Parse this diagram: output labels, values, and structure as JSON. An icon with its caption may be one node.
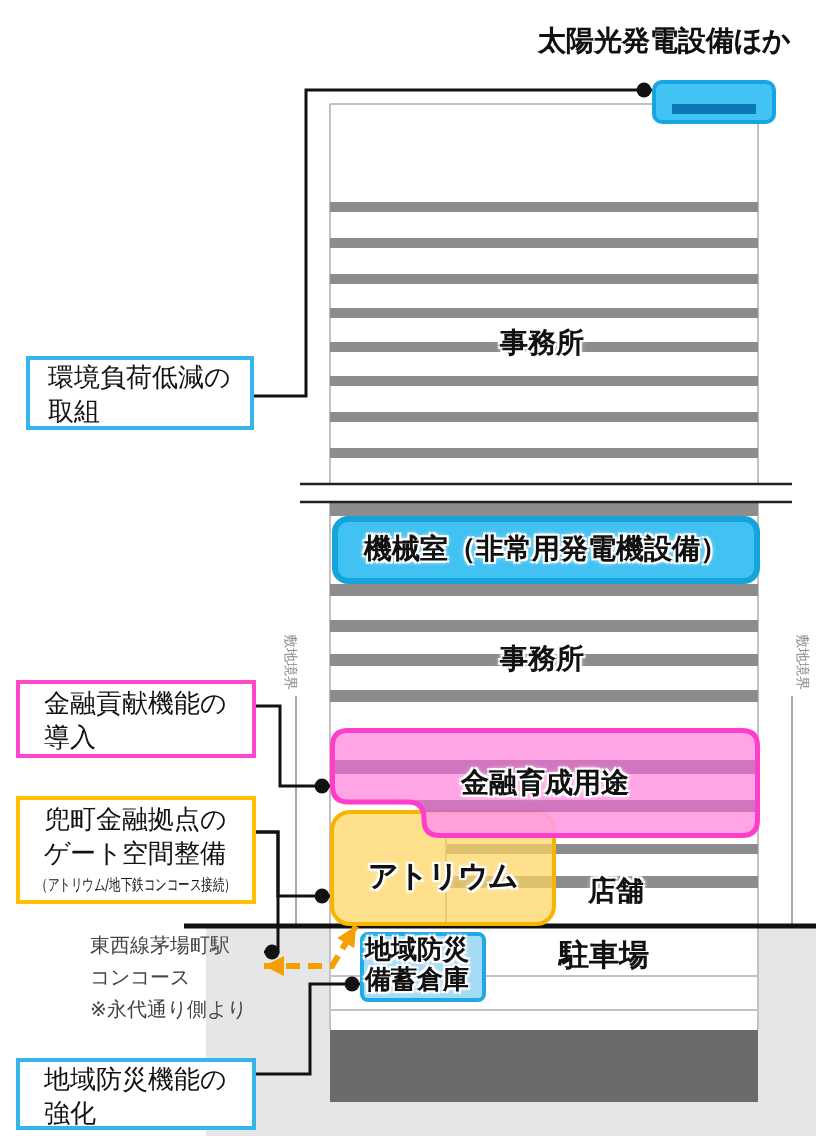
{
  "diagram": {
    "nodes": [
      {
        "text": [],
        "shape": "box",
        "beside": [
          "太陽光発電設備ほか"
        ]
      },
      {
        "text": [
          "環境負荷低減の取組"
        ]
      },
      {
        "text": [
          "機械室（非常用発電機設備）"
        ]
      },
      {
        "text": [
          "金融貢献機能の導入"
        ]
      },
      {
        "text": [
          "金融育成用途"
        ]
      },
      {
        "text": [
          "兜町金融拠点のゲート空間整備",
          "（アトリウム/地下鉄コンコース接続）"
        ]
      },
      {
        "text": [
          "アトリウム"
        ]
      },
      {
        "text": [
          "地域防災備蓄倉庫"
        ]
      },
      {
        "text": [
          "東西線茅場町駅コンコース",
          "※永代通り側より"
        ]
      },
      {
        "text": [
          "地域防災機能の強化"
        ]
      }
    ],
    "edges": [
      {
        "from": 1,
        "to": 0,
        "arrow": "other"
      },
      {
        "from": 3,
        "to": 4,
        "arrow": "other"
      },
      {
        "from": 5,
        "to": 6,
        "arrow": "other"
      },
      {
        "from": 5,
        "to": 8,
        "arrow": "other"
      },
      {
        "from": 9,
        "to": 7,
        "arrow": "other"
      },
      {
        "from": 8,
        "to": 6,
        "arrow": "both",
        "style": "dashed",
        "color": "#f5a000"
      }
    ],
    "labels": [
      "事務所",
      "敷地境界",
      "事務所",
      "敷地境界",
      "店舗",
      "駐車場"
    ]
  }
}
